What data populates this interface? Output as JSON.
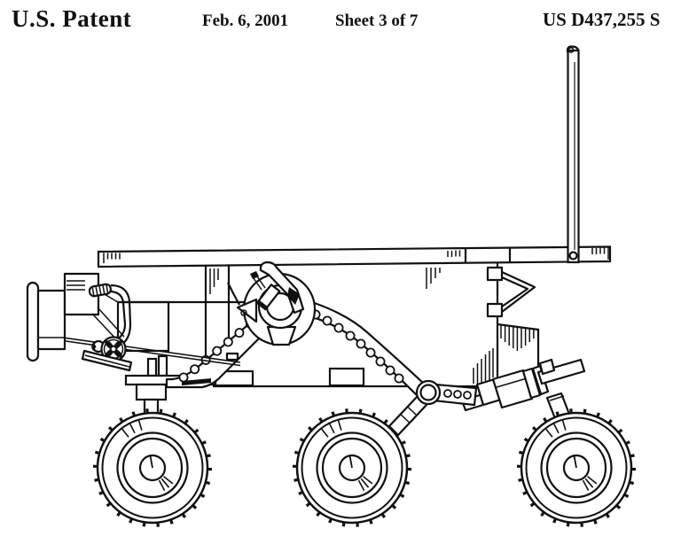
{
  "page": {
    "paper": "#ffffff",
    "ink": "#111111"
  },
  "header": {
    "patent_label": "U.S. Patent",
    "date": "Feb. 6, 2001",
    "sheet": "Sheet 3 of 7",
    "number": "US D437,255 S"
  },
  "drawing": {
    "description": "Side elevation patent drawing of a six-wheeled planetary rover with flat solar-panel deck, tall antenna mast, front camera and instrument assembly, central differential hub and perforated rocker-bogie suspension arms"
  }
}
